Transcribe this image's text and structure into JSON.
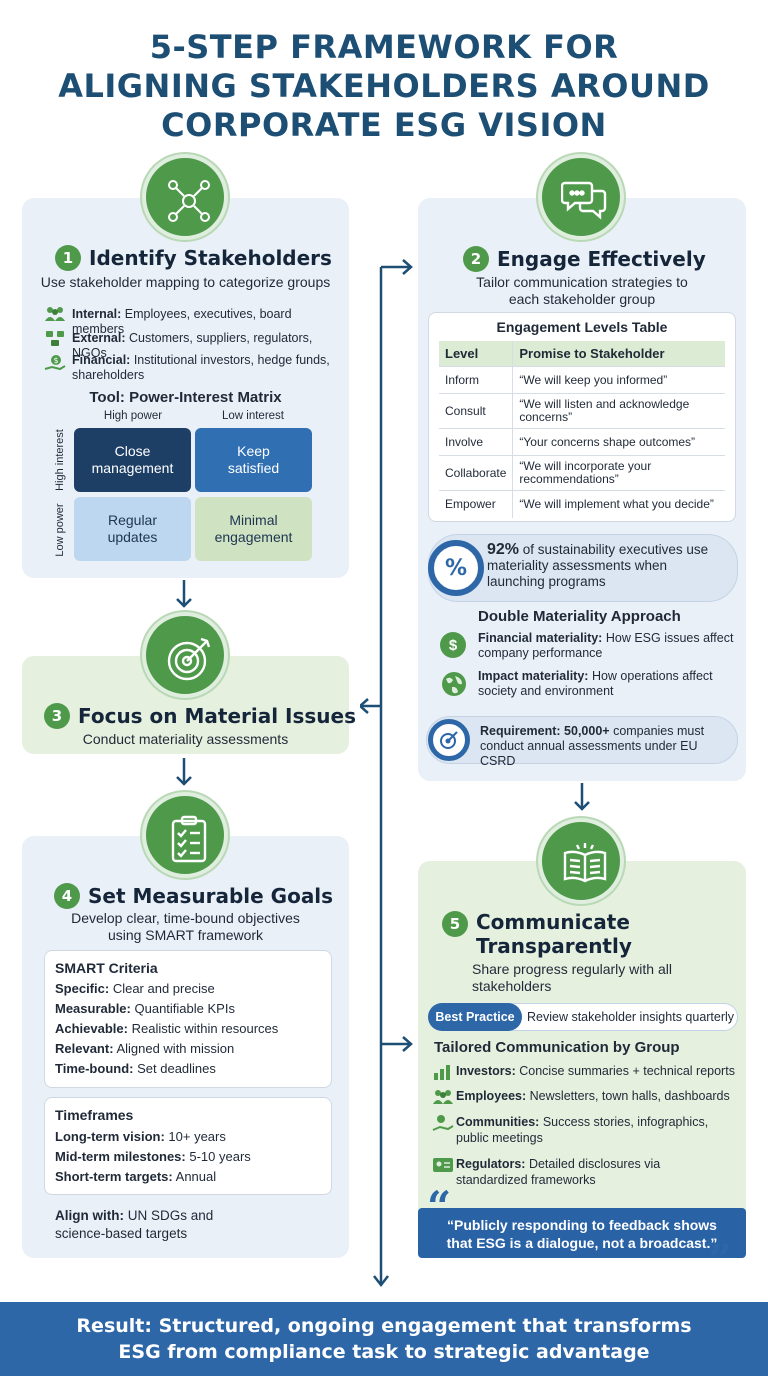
{
  "title": [
    "5-STEP FRAMEWORK FOR",
    "ALIGNING STAKEHOLDERS AROUND",
    "CORPORATE ESG VISION"
  ],
  "step1": {
    "num": "1",
    "heading": "Identify Stakeholders",
    "subtitle": "Use stakeholder mapping to categorize groups",
    "groups": [
      {
        "label": "Internal:",
        "text": "Employees, executives, board members",
        "icon": "people-icon"
      },
      {
        "label": "External:",
        "text": "Customers, suppliers, regulators, NGOs",
        "icon": "network-icon"
      },
      {
        "label": "Financial:",
        "text": "Institutional investors, hedge funds,",
        "text2": "shareholders",
        "icon": "money-hand-icon"
      }
    ],
    "tool_title": "Tool: Power-Interest Matrix",
    "col_labels": [
      "High power",
      "Low interest"
    ],
    "row_labels": [
      "High interest",
      "Low power"
    ],
    "cells": [
      {
        "text": "Close",
        "text2": "management",
        "color": "#1d3f66"
      },
      {
        "text": "Keep",
        "text2": "satisfied",
        "color": "#2f6fb2"
      },
      {
        "text": "Regular",
        "text2": "updates",
        "color": "#bcd7ef"
      },
      {
        "text": "Minimal",
        "text2": "engagement",
        "color": "#cfe3c3"
      }
    ]
  },
  "step2": {
    "num": "2",
    "heading": "Engage Effectively",
    "subtitle": "Tailor communication strategies to",
    "subtitle2": "each stakeholder group",
    "table_title": "Engagement Levels Table",
    "columns": [
      "Level",
      "Promise to Stakeholder"
    ],
    "rows": [
      [
        "Inform",
        "“We will keep you informed”"
      ],
      [
        "Consult",
        "“We will listen and acknowledge concerns”"
      ],
      [
        "Involve",
        "“Your concerns shape outcomes”"
      ],
      [
        "Collaborate",
        "“We will incorporate your recommendations”"
      ],
      [
        "Empower",
        "“We will implement what you decide”"
      ]
    ],
    "stat_value": "92%",
    "stat_text": "of sustainability executives use",
    "stat_text2": "materiality assessments when",
    "stat_text3": "launching programs",
    "stat_icon": "%",
    "dm_title": "Double Materiality Approach",
    "dm_items": [
      {
        "label": "Financial materiality:",
        "text": "How ESG issues affect",
        "text2": "company performance",
        "icon": "dollar-icon"
      },
      {
        "label": "Impact materiality:",
        "text": "How operations affect",
        "text2": "society and environment",
        "icon": "globe-icon"
      }
    ],
    "req_label": "Requirement: 50,000+",
    "req_text": "companies must",
    "req_text2": "conduct annual assessments under EU CSRD"
  },
  "step3": {
    "num": "3",
    "heading": "Focus on Material Issues",
    "subtitle": "Conduct materiality assessments"
  },
  "step4": {
    "num": "4",
    "heading": "Set Measurable Goals",
    "subtitle": "Develop clear, time-bound objectives",
    "subtitle2": "using SMART framework",
    "smart_title": "SMART Criteria",
    "smart": [
      {
        "label": "Specific:",
        "text": "Clear and precise"
      },
      {
        "label": "Measurable:",
        "text": "Quantifiable KPIs"
      },
      {
        "label": "Achievable:",
        "text": "Realistic within resources"
      },
      {
        "label": "Relevant:",
        "text": "Aligned with mission"
      },
      {
        "label": "Time-bound:",
        "text": "Set deadlines"
      }
    ],
    "tf_title": "Timeframes",
    "timeframes": [
      {
        "label": "Long-term vision:",
        "text": "10+ years"
      },
      {
        "label": "Mid-term milestones:",
        "text": "5-10 years"
      },
      {
        "label": "Short-term targets:",
        "text": "Annual"
      }
    ],
    "align_label": "Align with:",
    "align_text": "UN SDGs and",
    "align_text2": "science-based targets"
  },
  "step5": {
    "num": "5",
    "heading": "Communicate",
    "heading2": "Transparently",
    "subtitle": "Share progress regularly with all",
    "subtitle2": "stakeholders",
    "bp_label": "Best Practice",
    "bp_text": "Review stakeholder insights quarterly",
    "tc_title": "Tailored Communication by Group",
    "groups": [
      {
        "label": "Investors:",
        "text": "Concise summaries + technical reports",
        "icon": "chart-icon"
      },
      {
        "label": "Employees:",
        "text": "Newsletters, town halls, dashboards",
        "icon": "people-icon"
      },
      {
        "label": "Communities:",
        "text": "Success stories, infographics,",
        "text2": "public meetings",
        "icon": "community-icon"
      },
      {
        "label": "Regulators:",
        "text": "Detailed disclosures via",
        "text2": "standardized frameworks",
        "icon": "id-card-icon"
      }
    ],
    "quote": "“Publicly responding to feedback shows",
    "quote2": "that ESG is a dialogue, not a broadcast.”"
  },
  "footer": [
    "Result: Structured, ongoing engagement that transforms",
    "ESG from compliance task to strategic advantage"
  ],
  "colors": {
    "navy": "#1d4e74",
    "green": "#4e9a4a",
    "blue": "#2d67a8"
  }
}
